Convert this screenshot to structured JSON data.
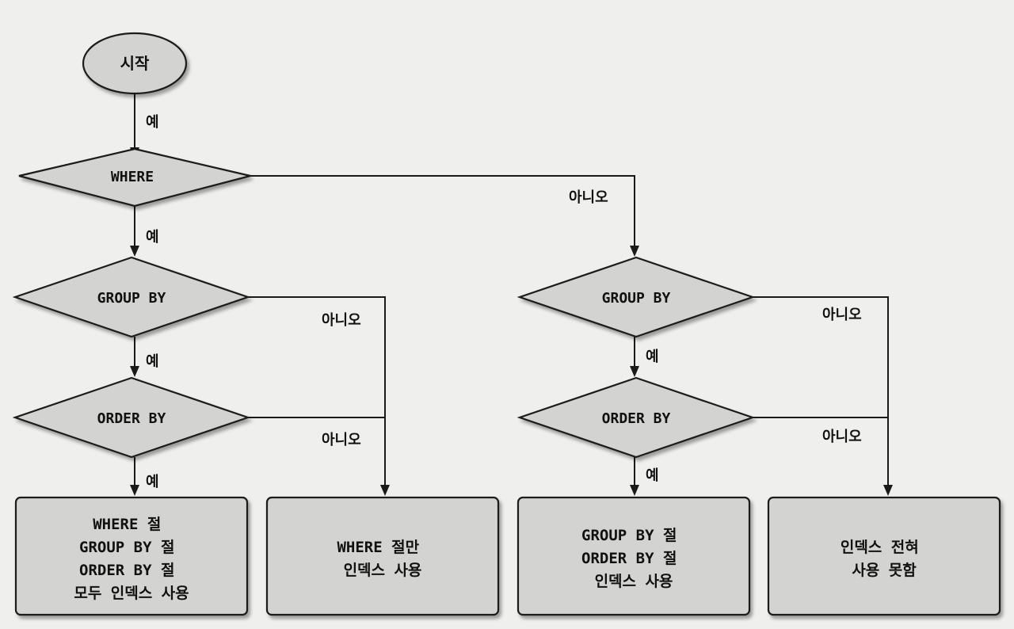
{
  "nodes": {
    "start": "시작",
    "where": "WHERE",
    "group_by_left": "GROUP BY",
    "order_by_left": "ORDER BY",
    "group_by_right": "GROUP BY",
    "order_by_right": "ORDER BY"
  },
  "results": {
    "all_index": [
      "WHERE 절",
      "GROUP BY 절",
      "ORDER BY 절",
      "모두 인덱스 사용"
    ],
    "where_only": [
      "WHERE 절만",
      "인덱스 사용"
    ],
    "group_order": [
      "GROUP BY 절",
      "ORDER BY 절",
      "인덱스 사용"
    ],
    "no_index": [
      "인덱스 전혀",
      "사용 못함"
    ]
  },
  "edges": {
    "yes": "예",
    "no": "아니오"
  }
}
